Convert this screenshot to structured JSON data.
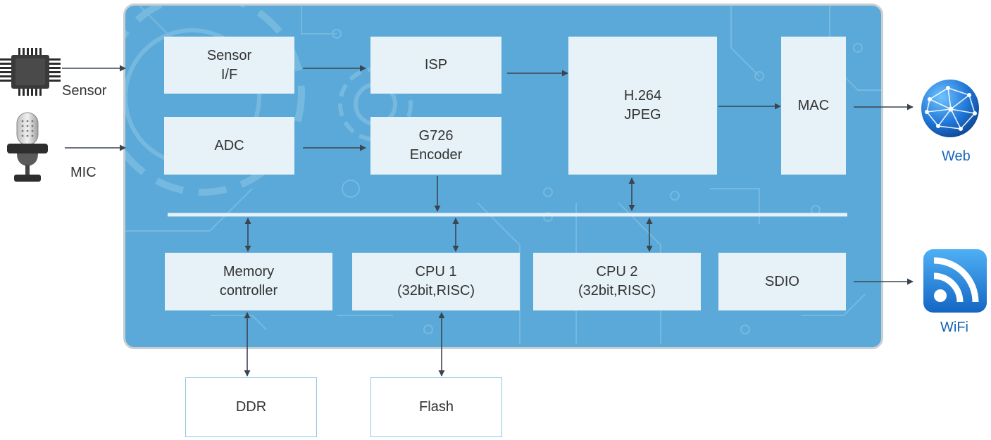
{
  "inputs": {
    "sensor_label": "Sensor",
    "mic_label": "MIC"
  },
  "outputs": {
    "web_label": "Web",
    "wifi_label": "WiFi"
  },
  "blocks": {
    "sensor_if": "Sensor\nI/F",
    "isp": "ISP",
    "h264": "H.264\nJPEG",
    "mac": "MAC",
    "adc": "ADC",
    "g726": "G726\nEncoder",
    "memory_controller": "Memory\ncontroller",
    "cpu1": "CPU 1\n(32bit,RISC)",
    "cpu2": "CPU 2\n(32bit,RISC)",
    "sdio": "SDIO"
  },
  "external": {
    "ddr": "DDR",
    "flash": "Flash"
  },
  "colors": {
    "board": "#5aa9d8",
    "block": "#e6f1f8",
    "arrow": "#3a4550",
    "accent": "#1565b8"
  }
}
